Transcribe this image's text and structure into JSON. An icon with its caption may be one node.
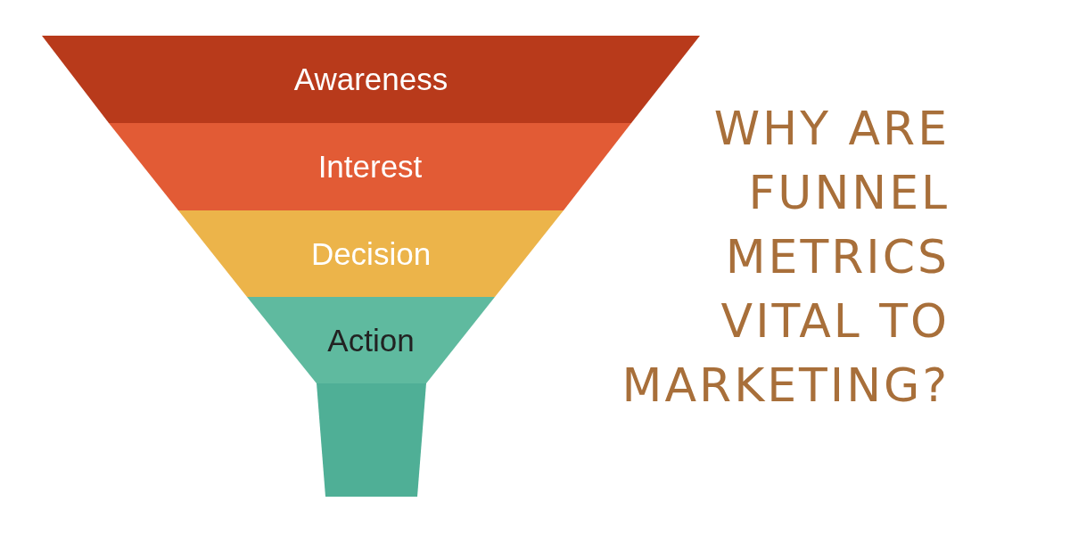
{
  "diagram": {
    "title": "WHY ARE FUNNEL METRICS VITAL TO MARKETING?",
    "nodes": [
      {
        "text": [
          "Awareness"
        ]
      },
      {
        "text": [
          "Interest"
        ]
      },
      {
        "text": [
          "Decision"
        ]
      },
      {
        "text": [
          "Action"
        ]
      },
      {
        "text": [],
        "shape": "bar"
      }
    ],
    "edges": []
  }
}
